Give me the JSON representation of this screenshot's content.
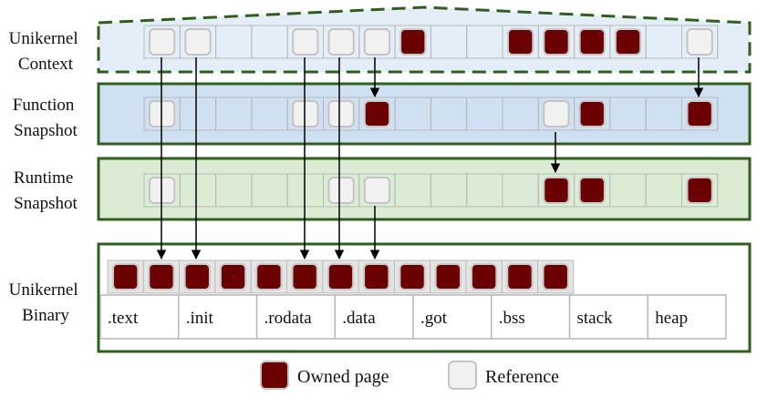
{
  "colors": {
    "owned": "#6b0000",
    "reference": "#f1f1f1",
    "frame": "#2f5f1f",
    "context_fill": "#e3eef8",
    "function_fill": "#cfe0f2",
    "runtime_fill": "#dcebd4",
    "binary_fill": "#ffffff"
  },
  "layers": [
    {
      "id": "context",
      "label_lines": [
        "Unikernel",
        "Context"
      ]
    },
    {
      "id": "function",
      "label_lines": [
        "Function",
        "Snapshot"
      ]
    },
    {
      "id": "runtime",
      "label_lines": [
        "Runtime",
        "Snapshot"
      ]
    },
    {
      "id": "binary",
      "label_lines": [
        "Unikernel",
        "Binary"
      ]
    }
  ],
  "page_rows": {
    "context": [
      "reference",
      "reference",
      "empty",
      "empty",
      "reference",
      "reference",
      "reference",
      "owned",
      "empty",
      "empty",
      "owned",
      "owned",
      "owned",
      "owned",
      "empty",
      "reference"
    ],
    "function": [
      "reference",
      "empty",
      "empty",
      "empty",
      "reference",
      "reference",
      "owned",
      "empty",
      "empty",
      "empty",
      "empty",
      "reference",
      "owned",
      "empty",
      "empty",
      "owned"
    ],
    "runtime": [
      "reference",
      "empty",
      "empty",
      "empty",
      "empty",
      "reference",
      "reference",
      "empty",
      "empty",
      "empty",
      "empty",
      "owned",
      "owned",
      "empty",
      "empty",
      "owned"
    ],
    "binary": [
      "owned",
      "owned",
      "owned",
      "owned",
      "owned",
      "owned",
      "owned",
      "owned",
      "owned",
      "owned",
      "owned",
      "owned",
      "owned"
    ]
  },
  "sections": [
    ".text",
    ".init",
    ".rodata",
    ".data",
    ".got",
    ".bss",
    "stack",
    "heap"
  ],
  "legend": {
    "owned_label": "Owned page",
    "reference_label": "Reference"
  }
}
